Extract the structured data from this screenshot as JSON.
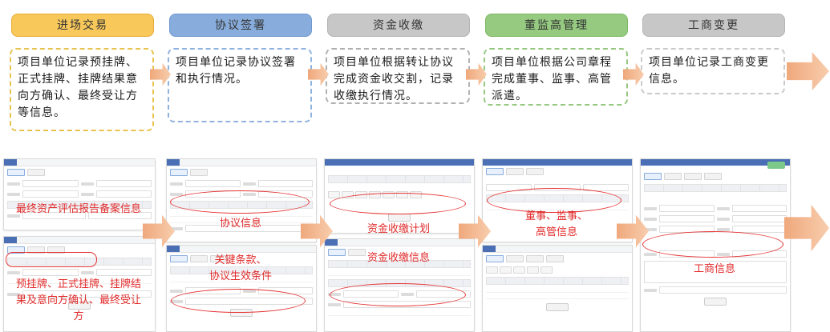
{
  "stages": [
    {
      "title": "进场交易",
      "description": "项目单位记录预挂牌、正式挂牌、挂牌结果意向方确认、最终受让方等信息。",
      "header_color": "#F8C85A"
    },
    {
      "title": "协议签署",
      "description": "项目单位记录协议签署和执行情况。",
      "header_color": "#88ADDC"
    },
    {
      "title": "资金收缴",
      "description": "项目单位根据转让协议完成资金收交割，记录收缴执行情况。",
      "header_color": "#C7C7C7"
    },
    {
      "title": "董监高管理",
      "description": "项目单位根据公司章程完成董事、监事、高管派遣。",
      "header_color": "#95CA80"
    },
    {
      "title": "工商变更",
      "description": "项目单位记录工商变更信息。",
      "header_color": "#C7C7C7"
    }
  ],
  "annotations": {
    "entry_top": "最终资产评估报告备案信息",
    "entry_bottom": "预挂牌、正式挂牌、挂牌结果及意向方确认、最终受让方",
    "agreement_top": "协议信息",
    "agreement_bottom": "关键条款、\n协议生效条件",
    "funds_top": "资金收缴计划",
    "funds_bottom": "资金收缴信息",
    "directors": "董事、监事、\n高管信息",
    "business": "工商信息"
  },
  "colors": {
    "annotation_red": "#E12B2B",
    "arrow_gradient": [
      "#EFA87C",
      "#F8CDAD"
    ],
    "mini_header_blue": "#4A6FB5",
    "mini_green_button": "#7CC98A"
  }
}
